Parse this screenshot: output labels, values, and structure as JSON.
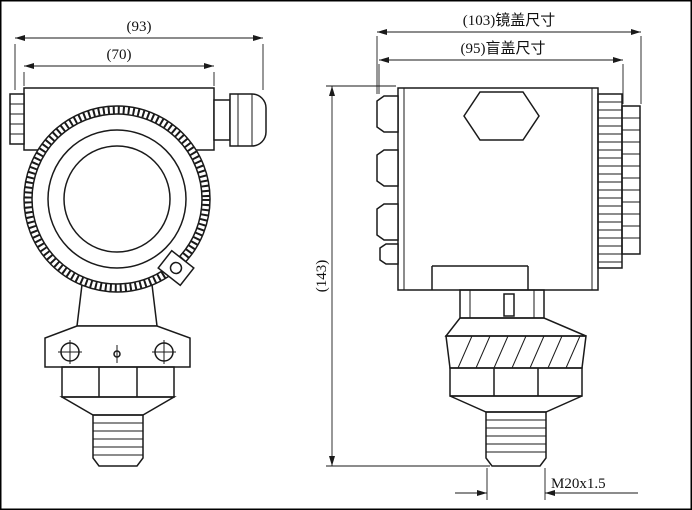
{
  "colors": {
    "background": "#ffffff",
    "line": "#1a1a1a"
  },
  "drawing": {
    "front_view": {
      "dim_overall_width": "(93)",
      "dim_housing_width": "(70)"
    },
    "side_view": {
      "dim_lens_cover_width": "(103)镜盖尺寸",
      "dim_blind_cover_width": "(95)盲盖尺寸",
      "dim_overall_height": "(143)",
      "dim_process_thread": "M20x1.5"
    }
  }
}
